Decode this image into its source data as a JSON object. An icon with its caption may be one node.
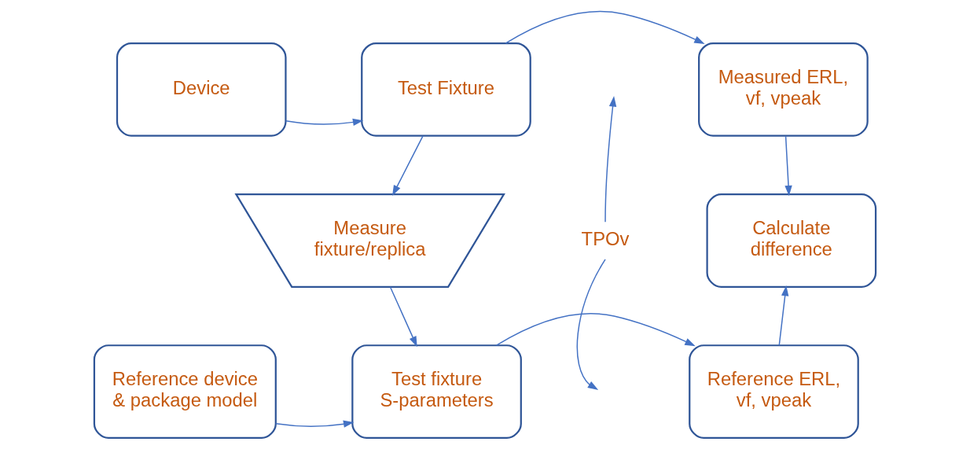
{
  "diagram": {
    "nodes": [
      {
        "text": [
          "Device"
        ]
      },
      {
        "text": [
          "Test Fixture"
        ]
      },
      {
        "text": [
          "Measured ERL, vf, vpeak"
        ]
      },
      {
        "text": [
          "Measure fixture/replica"
        ]
      },
      {
        "text": [
          "Calculate difference"
        ]
      },
      {
        "text": [
          "Reference device & package model"
        ]
      },
      {
        "text": [
          "Test fixture S-parameters"
        ]
      },
      {
        "text": [
          "Reference ERL, vf, vpeak"
        ]
      },
      {
        "text": [
          "TPOv"
        ]
      }
    ],
    "edges": [
      {
        "from": 0,
        "to": 1,
        "arrow": "to"
      },
      {
        "from": 1,
        "to": 2,
        "arrow": "to"
      },
      {
        "from": 1,
        "to": 3,
        "arrow": "to"
      },
      {
        "from": 2,
        "to": 4,
        "arrow": "to"
      },
      {
        "from": 3,
        "to": 6,
        "arrow": "to"
      },
      {
        "from": 5,
        "to": 6,
        "arrow": "to"
      },
      {
        "from": 6,
        "to": 7,
        "arrow": "to"
      },
      {
        "from": 7,
        "to": 4,
        "arrow": "to"
      },
      {
        "from": 8,
        "to": null,
        "arrow": "to"
      },
      {
        "from": 8,
        "to": null,
        "arrow": "to"
      }
    ]
  }
}
